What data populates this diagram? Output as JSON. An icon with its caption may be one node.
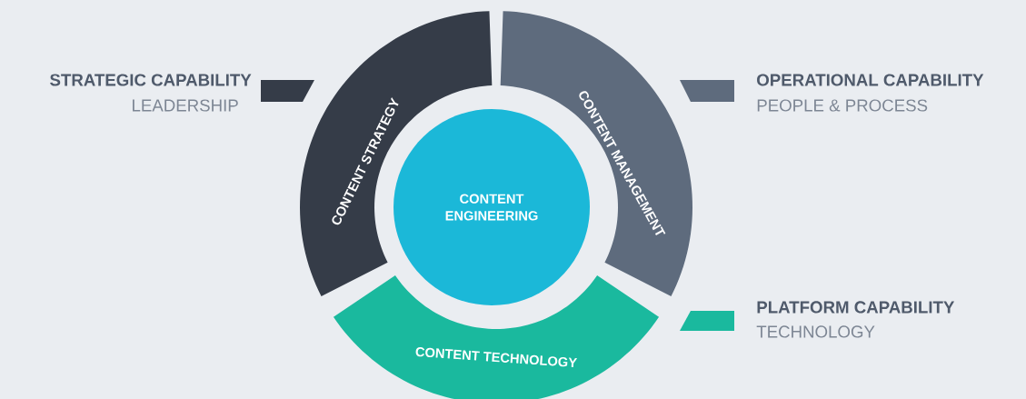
{
  "diagram": {
    "nodes": [
      {
        "text": [
          "CONTENT ENGINEERING"
        ]
      },
      {
        "text": [
          "CONTENT STRATEGY"
        ]
      },
      {
        "text": [
          "CONTENT MANAGEMENT"
        ]
      },
      {
        "text": [
          "CONTENT TECHNOLOGY"
        ]
      }
    ],
    "labels": [
      "STRATEGIC CAPABILITY",
      "LEADERSHIP",
      "OPERATIONAL CAPABILITY",
      "PEOPLE & PROCESS",
      "PLATFORM CAPABILITY",
      "TECHNOLOGY"
    ]
  }
}
